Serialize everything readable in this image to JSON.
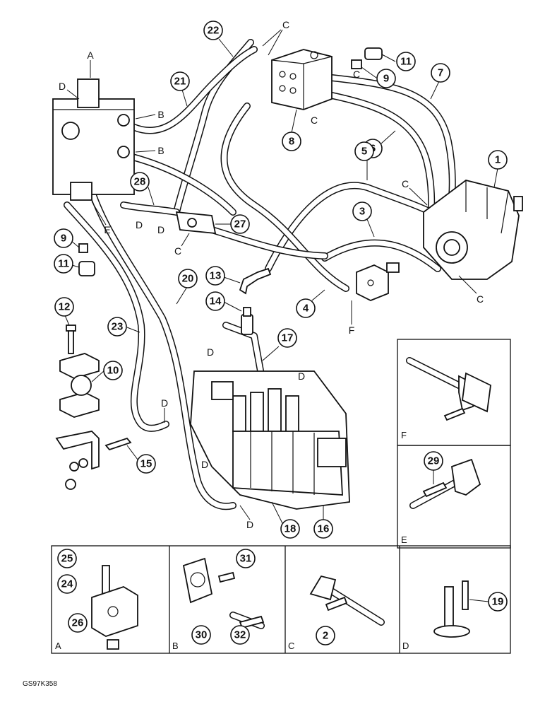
{
  "callouts": {
    "c1": "1",
    "c2": "2",
    "c3": "3",
    "c4": "4",
    "c5": "5",
    "c6": "6",
    "c7": "7",
    "c8": "8",
    "c9a": "9",
    "c9b": "9",
    "c10": "10",
    "c11a": "11",
    "c11b": "11",
    "c12": "12",
    "c13": "13",
    "c14": "14",
    "c15": "15",
    "c16": "16",
    "c17": "17",
    "c18": "18",
    "c19": "19",
    "c20": "20",
    "c21": "21",
    "c22": "22",
    "c23": "23",
    "c24": "24",
    "c25": "25",
    "c26": "26",
    "c27": "27",
    "c28": "28",
    "c29": "29",
    "c30": "30",
    "c31": "31",
    "c32": "32"
  },
  "letters": {
    "A": "A",
    "B": "B",
    "C": "C",
    "D": "D",
    "E": "E",
    "F": "F"
  },
  "panels": {
    "a": "A",
    "b": "B",
    "c": "C",
    "d": "D",
    "e": "E",
    "f": "F"
  },
  "figure_code": "GS97K358"
}
